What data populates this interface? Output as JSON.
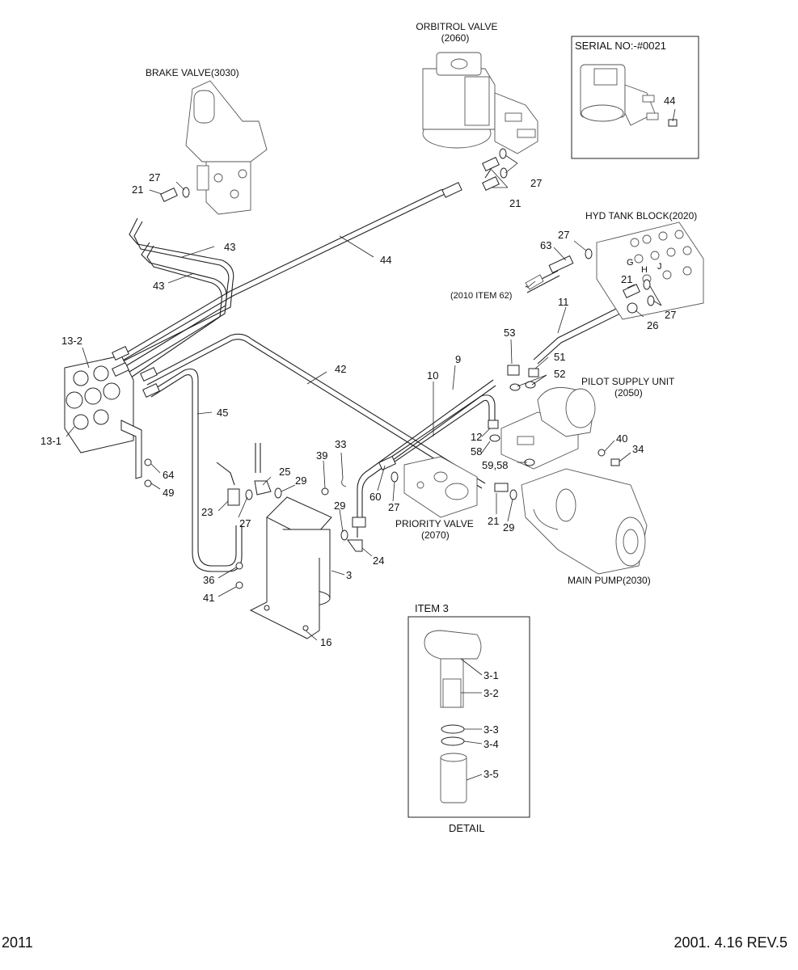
{
  "titles": {
    "orbitrol": "ORBITROL VALVE",
    "orbitrol_ref": "(2060)",
    "serial": "SERIAL NO:-#0021",
    "brake": "BRAKE VALVE(3030)",
    "hyd_tank": "HYD TANK BLOCK(2020)",
    "item62": "(2010 ITEM 62)",
    "pilot": "PILOT SUPPLY UNIT",
    "pilot_ref": "(2050)",
    "priority": "PRIORITY VALVE",
    "priority_ref": "(2070)",
    "main_pump": "MAIN PUMP(2030)",
    "item3": "ITEM 3",
    "detail": "DETAIL"
  },
  "labels": {
    "p27_orb": "27",
    "p21_orb": "21",
    "p44_serial": "44",
    "p27_brake": "27",
    "p21_brake": "21",
    "p43a": "43",
    "p43b": "43",
    "p44": "44",
    "p27_tank": "27",
    "p63": "63",
    "p21_tank": "21",
    "p27_tank2": "27",
    "p26": "26",
    "p11": "11",
    "p53": "53",
    "p51": "51",
    "p52": "52",
    "p13_2": "13-2",
    "p13_1": "13-1",
    "p9": "9",
    "p10": "10",
    "p42": "42",
    "p45": "45",
    "p12": "12",
    "p58": "58",
    "p59_58": "59,58",
    "p40": "40",
    "p34": "34",
    "p33": "33",
    "p39": "39",
    "p25": "25",
    "p29a": "29",
    "p64": "64",
    "p49": "49",
    "p23": "23",
    "p27b": "27",
    "p29b": "29",
    "p24": "24",
    "p60": "60",
    "p27c": "27",
    "p21c": "21",
    "p29c": "29",
    "p36": "36",
    "p3": "3",
    "p41": "41",
    "p16": "16",
    "p3_1": "3-1",
    "p3_2": "3-2",
    "p3_3": "3-3",
    "p3_4": "3-4",
    "p3_5": "3-5"
  },
  "footer": {
    "page": "2011",
    "revision": "2001. 4.16  REV.5"
  }
}
